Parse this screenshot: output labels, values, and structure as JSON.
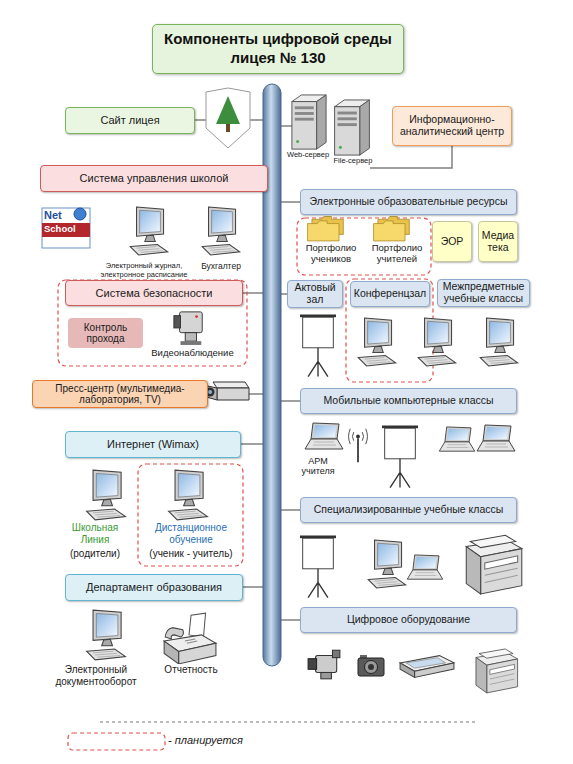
{
  "diagram": {
    "title": "Компоненты цифровой среды лицея № 130",
    "nodes": [
      {
        "text": [
          "Сайт лицея"
        ]
      },
      {
        "text": [
          "Информационно-аналитический центр"
        ]
      },
      {
        "text": [
          "Система управления школой"
        ]
      },
      {
        "text": [
          "Электронные образовательные ресурсы"
        ]
      },
      {
        "text": [
          "ЭОР"
        ]
      },
      {
        "text": [
          "Медиа тека"
        ]
      },
      {
        "text": [
          "Система безопасности"
        ]
      },
      {
        "text": [
          "Актовый зал"
        ]
      },
      {
        "text": [
          "Конференцзал"
        ]
      },
      {
        "text": [
          "Межпредметные учебные классы"
        ]
      },
      {
        "text": [
          "Контроль прохода"
        ]
      },
      {
        "text": [
          "Пресс-центр (мультимедиа-лаборатория, TV)"
        ]
      },
      {
        "text": [
          "Мобильные компьютерные классы"
        ]
      },
      {
        "text": [
          "Интернет (Wimax)"
        ]
      },
      {
        "text": [
          "Специализированные учебные классы"
        ]
      },
      {
        "text": [
          "Департамент образования"
        ]
      },
      {
        "text": [
          "Цифровое оборудование"
        ]
      }
    ],
    "labels": [
      "Web-сервер",
      "File-сервер",
      "Net",
      "School",
      "Электронный журнал, электронное расписание",
      "Бухгалтер",
      "Видеонаблюдение",
      "Портфолио учеников",
      "Портфолио учителей",
      "АРМ учителя",
      "Школьная Линия",
      "(родители)",
      "Дистанционное обучение",
      "(ученик - учитель)",
      "Электронный документооборот",
      "Отчетность"
    ],
    "legend": [
      {
        "text": "- планируется"
      }
    ]
  }
}
